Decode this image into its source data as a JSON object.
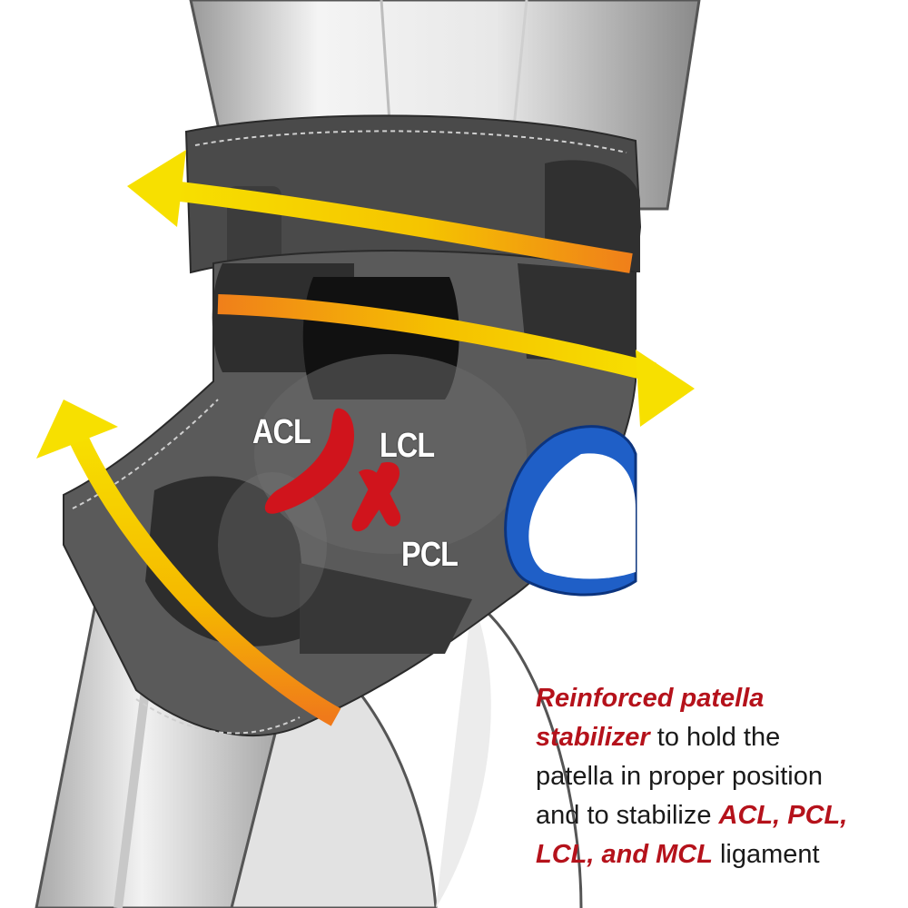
{
  "labels": {
    "acl": "ACL",
    "lcl": "LCL",
    "pcl": "PCL"
  },
  "caption": {
    "l1_hl": "Reinforced patella",
    "l2_hl": "stabilizer",
    "l2_rest": " to hold the",
    "l3": "patella in proper position",
    "l4_pre": "and to stabilize ",
    "l4_hl": "ACL, PCL,",
    "l5_hl": "LCL, and MCL",
    "l5_rest": " ligament"
  },
  "colors": {
    "highlight": "#b5121b",
    "ligament": "#d0141c",
    "arrow_yellow": "#f5d800",
    "arrow_orange": "#f08a1c",
    "brace": "#5a5a5a",
    "blue_pad": "#1f5fc7"
  }
}
